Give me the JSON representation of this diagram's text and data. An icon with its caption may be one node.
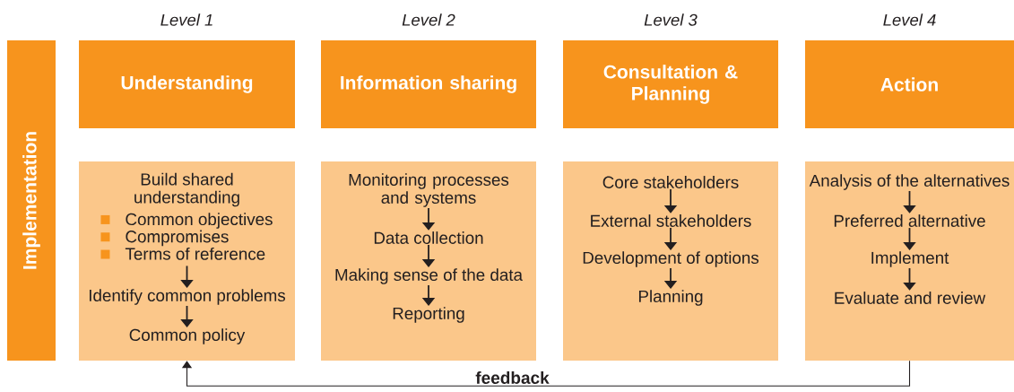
{
  "diagram": {
    "nodes": [
      {
        "text": [
          "Implementation"
        ]
      },
      {
        "text": [
          "Understanding"
        ],
        "beside": [
          "Level 1"
        ]
      },
      {
        "text": [
          "Information sharing"
        ],
        "beside": [
          "Level 2"
        ]
      },
      {
        "text": [
          "Consultation & Planning"
        ],
        "beside": [
          "Level 3"
        ]
      },
      {
        "text": [
          "Action"
        ],
        "beside": [
          "Level 4"
        ]
      },
      {
        "text": [],
        "shape": "box"
      },
      {
        "text": [
          "Build shared understanding",
          "Common objectives",
          "Compromises",
          "Terms of reference"
        ],
        "in": 5
      },
      {
        "text": [
          "Identify common problems"
        ],
        "in": 5
      },
      {
        "text": [
          "Common policy"
        ],
        "in": 5
      },
      {
        "text": [],
        "shape": "box"
      },
      {
        "text": [
          "Monitoring processes and systems"
        ],
        "in": 9
      },
      {
        "text": [
          "Data collection"
        ],
        "in": 9
      },
      {
        "text": [
          "Making sense of the data"
        ],
        "in": 9
      },
      {
        "text": [
          "Reporting"
        ],
        "in": 9
      },
      {
        "text": [],
        "shape": "box"
      },
      {
        "text": [
          "Core stakeholders"
        ],
        "in": 14
      },
      {
        "text": [
          "External stakeholders"
        ],
        "in": 14
      },
      {
        "text": [
          "Development of options"
        ],
        "in": 14
      },
      {
        "text": [
          "Planning"
        ],
        "in": 14
      },
      {
        "text": [],
        "shape": "box"
      },
      {
        "text": [
          "Analysis of the alternatives"
        ],
        "in": 19
      },
      {
        "text": [
          "Preferred alternative"
        ],
        "in": 19
      },
      {
        "text": [
          "Implement"
        ],
        "in": 19
      },
      {
        "text": [
          "Evaluate and review"
        ],
        "in": 19
      }
    ],
    "edges": [
      {
        "from": 6,
        "to": 7,
        "arrow": "to"
      },
      {
        "from": 7,
        "to": 8,
        "arrow": "to"
      },
      {
        "from": 10,
        "to": 11,
        "arrow": "to"
      },
      {
        "from": 11,
        "to": 12,
        "arrow": "to"
      },
      {
        "from": 12,
        "to": 13,
        "arrow": "to"
      },
      {
        "from": 15,
        "to": 16,
        "arrow": "to"
      },
      {
        "from": 16,
        "to": 17,
        "arrow": "to"
      },
      {
        "from": 17,
        "to": 18,
        "arrow": "to"
      },
      {
        "from": 20,
        "to": 21,
        "arrow": "to"
      },
      {
        "from": 21,
        "to": 22,
        "arrow": "to"
      },
      {
        "from": 22,
        "to": 23,
        "arrow": "to"
      },
      {
        "from": 19,
        "to": 5,
        "arrow": "to",
        "label": "feedback"
      }
    ]
  }
}
